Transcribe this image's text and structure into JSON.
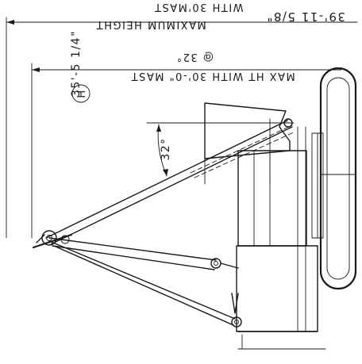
{
  "dimensions": {
    "top_value": "39'-11 5/8\"",
    "top_note_1": "WITH 30'MAST",
    "top_note_2": "MAXIMUM HEIGHT",
    "mid_value": "@ 32°",
    "mid_note": "MAX HT WITH 30'-0\" MAST",
    "side_value": "35'-5 1/4\"",
    "circle_letter": "H",
    "angle": "32°"
  },
  "colors": {
    "ink": "#1a1a1a",
    "paper": "#ffffff"
  }
}
